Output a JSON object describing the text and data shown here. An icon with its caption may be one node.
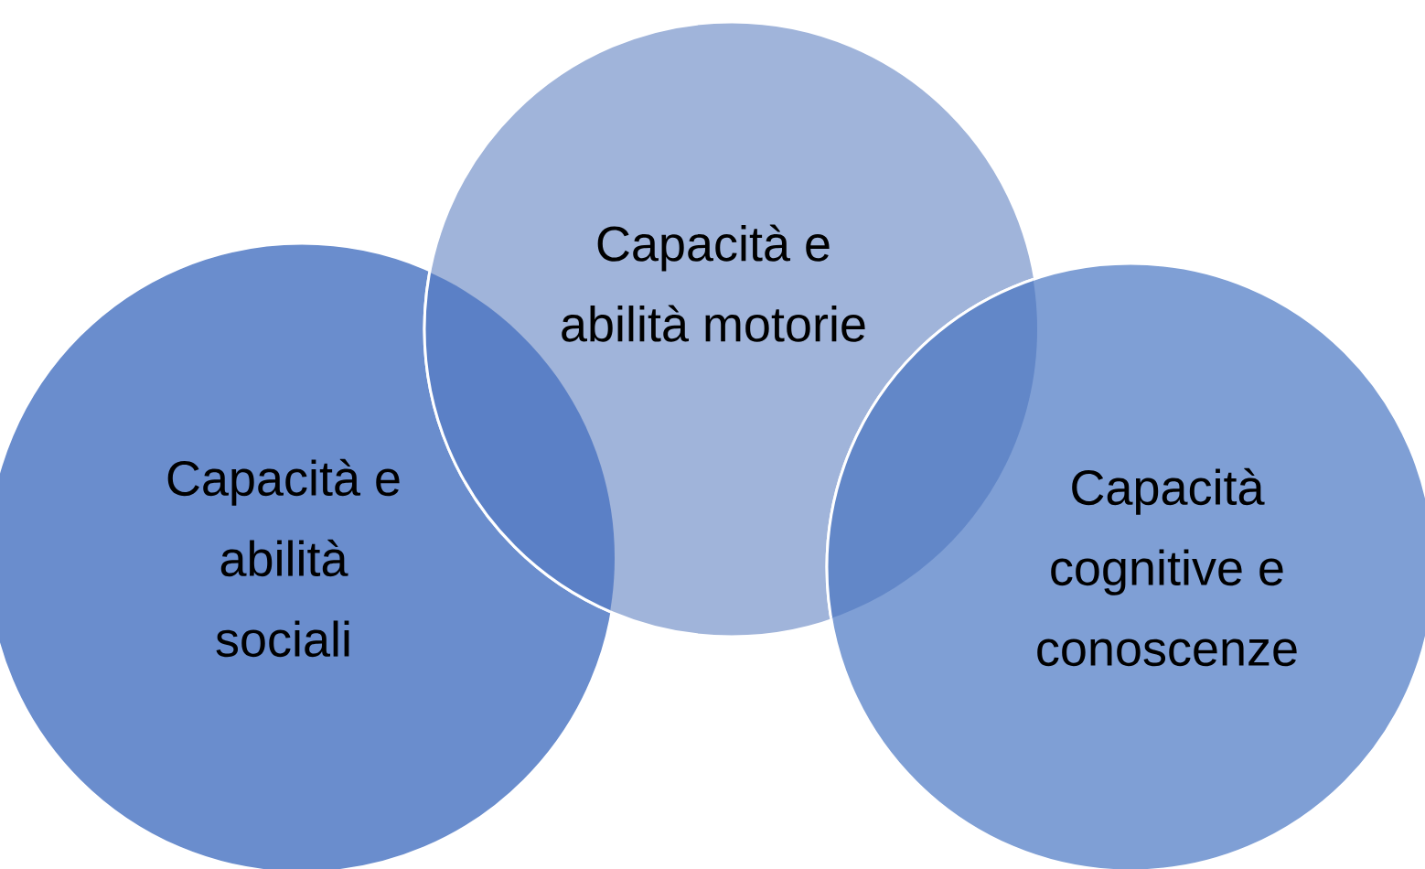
{
  "diagram": {
    "nodes": [
      {
        "text": [
          "Capacità e abilità sociali"
        ]
      },
      {
        "text": [
          "Capacità e abilità motorie"
        ]
      },
      {
        "text": [
          "Capacità cognitive e conoscenze"
        ]
      }
    ]
  }
}
